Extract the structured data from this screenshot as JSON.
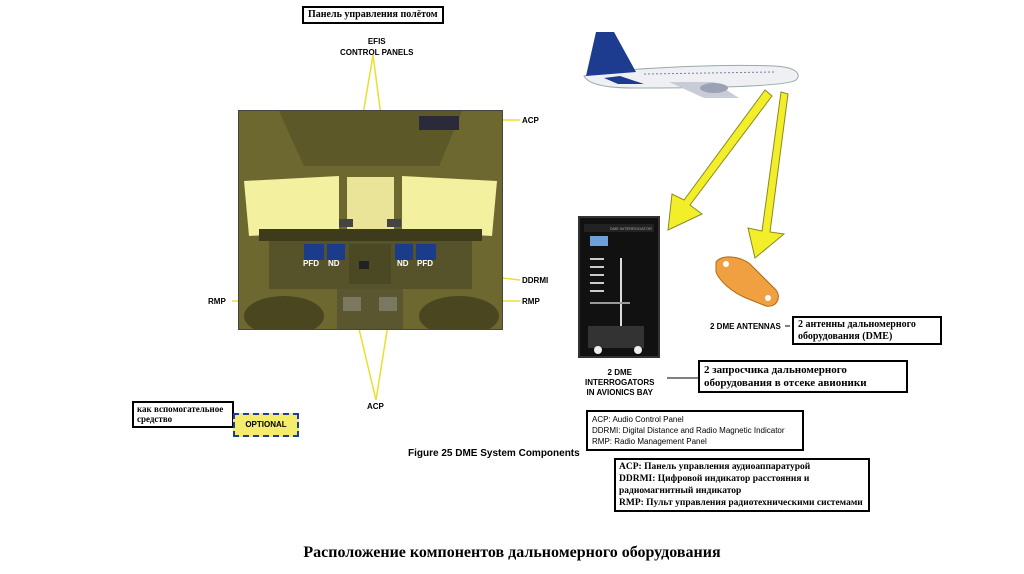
{
  "header_label": "Панель управления полётом",
  "efis_label": "EFIS\nCONTROL PANELS",
  "acp_top_label": "ACP",
  "ddrmi_label": "DDRMI",
  "rmp_left_label": "RMP",
  "rmp_right_label": "RMP",
  "acp_bottom_label": "ACP",
  "pfd_left": "PFD",
  "nd_left": "ND",
  "nd_right": "ND",
  "pfd_right": "PFD",
  "antennas_label": "2 DME ANTENNAS",
  "antennas_ru": "2 антенны дальномерного оборудования (DME)",
  "interrogators_label": "2 DME\nINTERROGATORS\nIN AVIONICS BAY",
  "interrogators_ru": "2 запросчика дальномерного оборудования в отсеке авионики",
  "optional_label": "OPTIONAL",
  "optional_ru": "как вспомогательное средство",
  "abbrev_en": {
    "acp": "ACP:     Audio Control Panel",
    "ddrmi": "DDRMI: Digital Distance and Radio Magnetic Indicator",
    "rmp": "RMP:     Radio Management Panel"
  },
  "figure_caption": "Figure  25     DME System Components",
  "abbrev_ru": {
    "acp": "ACP: Панель управления аудиоаппаратурой",
    "ddrmi": "DDRMI: Цифровой индикатор расстояния и радиомагнитный индикатор",
    "rmp": "RMP: Пульт управления радиотехническими системами"
  },
  "slide_caption": "Расположение компонентов дальномерного оборудования",
  "colors": {
    "arrow": "#f2ee2a",
    "cockpit": "#6f6a2c",
    "antenna": "#f0a040",
    "tail": "#1d3b8f"
  }
}
